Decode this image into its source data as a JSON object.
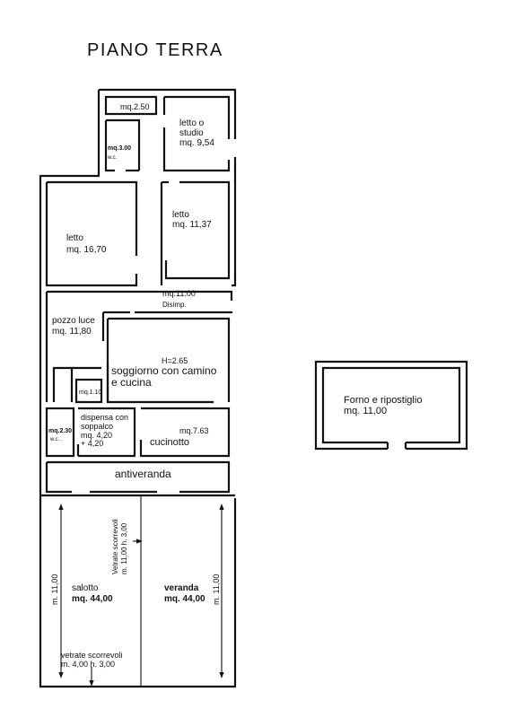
{
  "title": "PIANO TERRA",
  "rooms": {
    "small_top": "mq.2.50",
    "studio_l1": "letto o",
    "studio_l2": "studio",
    "studio_l3": "mq. 9,54",
    "wc_top_l1": "mq.3.00",
    "wc_top_l2": "w.c.",
    "letto_right_l1": "letto",
    "letto_right_l2": "mq. 11,37",
    "letto_left_l1": "letto",
    "letto_left_l2": "mq. 16,70",
    "disimp_l1": "mq.11.00",
    "disimp_l2": "Disimp.",
    "pozzo_l1": "pozzo luce",
    "pozzo_l2": "mq. 11,80",
    "height": "H=2.65",
    "soggiorno_l1": "soggiorno con camino",
    "soggiorno_l2": "e cucina",
    "small_mid": "mq.1.10",
    "wc_bottom_l1": "mq.2.30",
    "wc_bottom_l2": "w.c..",
    "dispensa_l1": "dispensa con",
    "dispensa_l2": "soppalco",
    "dispensa_l3": "mq. 4,20",
    "dispensa_l4": "+ 4,20",
    "cucinotto_area": "mq.7.63",
    "cucinotto": "cucinotto",
    "antiveranda": "antiveranda",
    "salotto_l1": "salotto",
    "salotto_l2": "mq. 44,00",
    "veranda_l1": "veranda",
    "veranda_l2": "mq. 44,00",
    "forno_l1": "Forno e ripostiglio",
    "forno_l2": "mq. 11,00"
  },
  "dimensions": {
    "left_height": "m. 11,00",
    "right_height": "m. 11,00",
    "vetrate_v_l1": "Vetrate scorrevoli",
    "vetrate_v_l2": "m. 11,00 h. 3,00",
    "vetrate_h_l1": "vetrate scorrevoli",
    "vetrate_h_l2": "m. 4,00 h. 3,00"
  }
}
